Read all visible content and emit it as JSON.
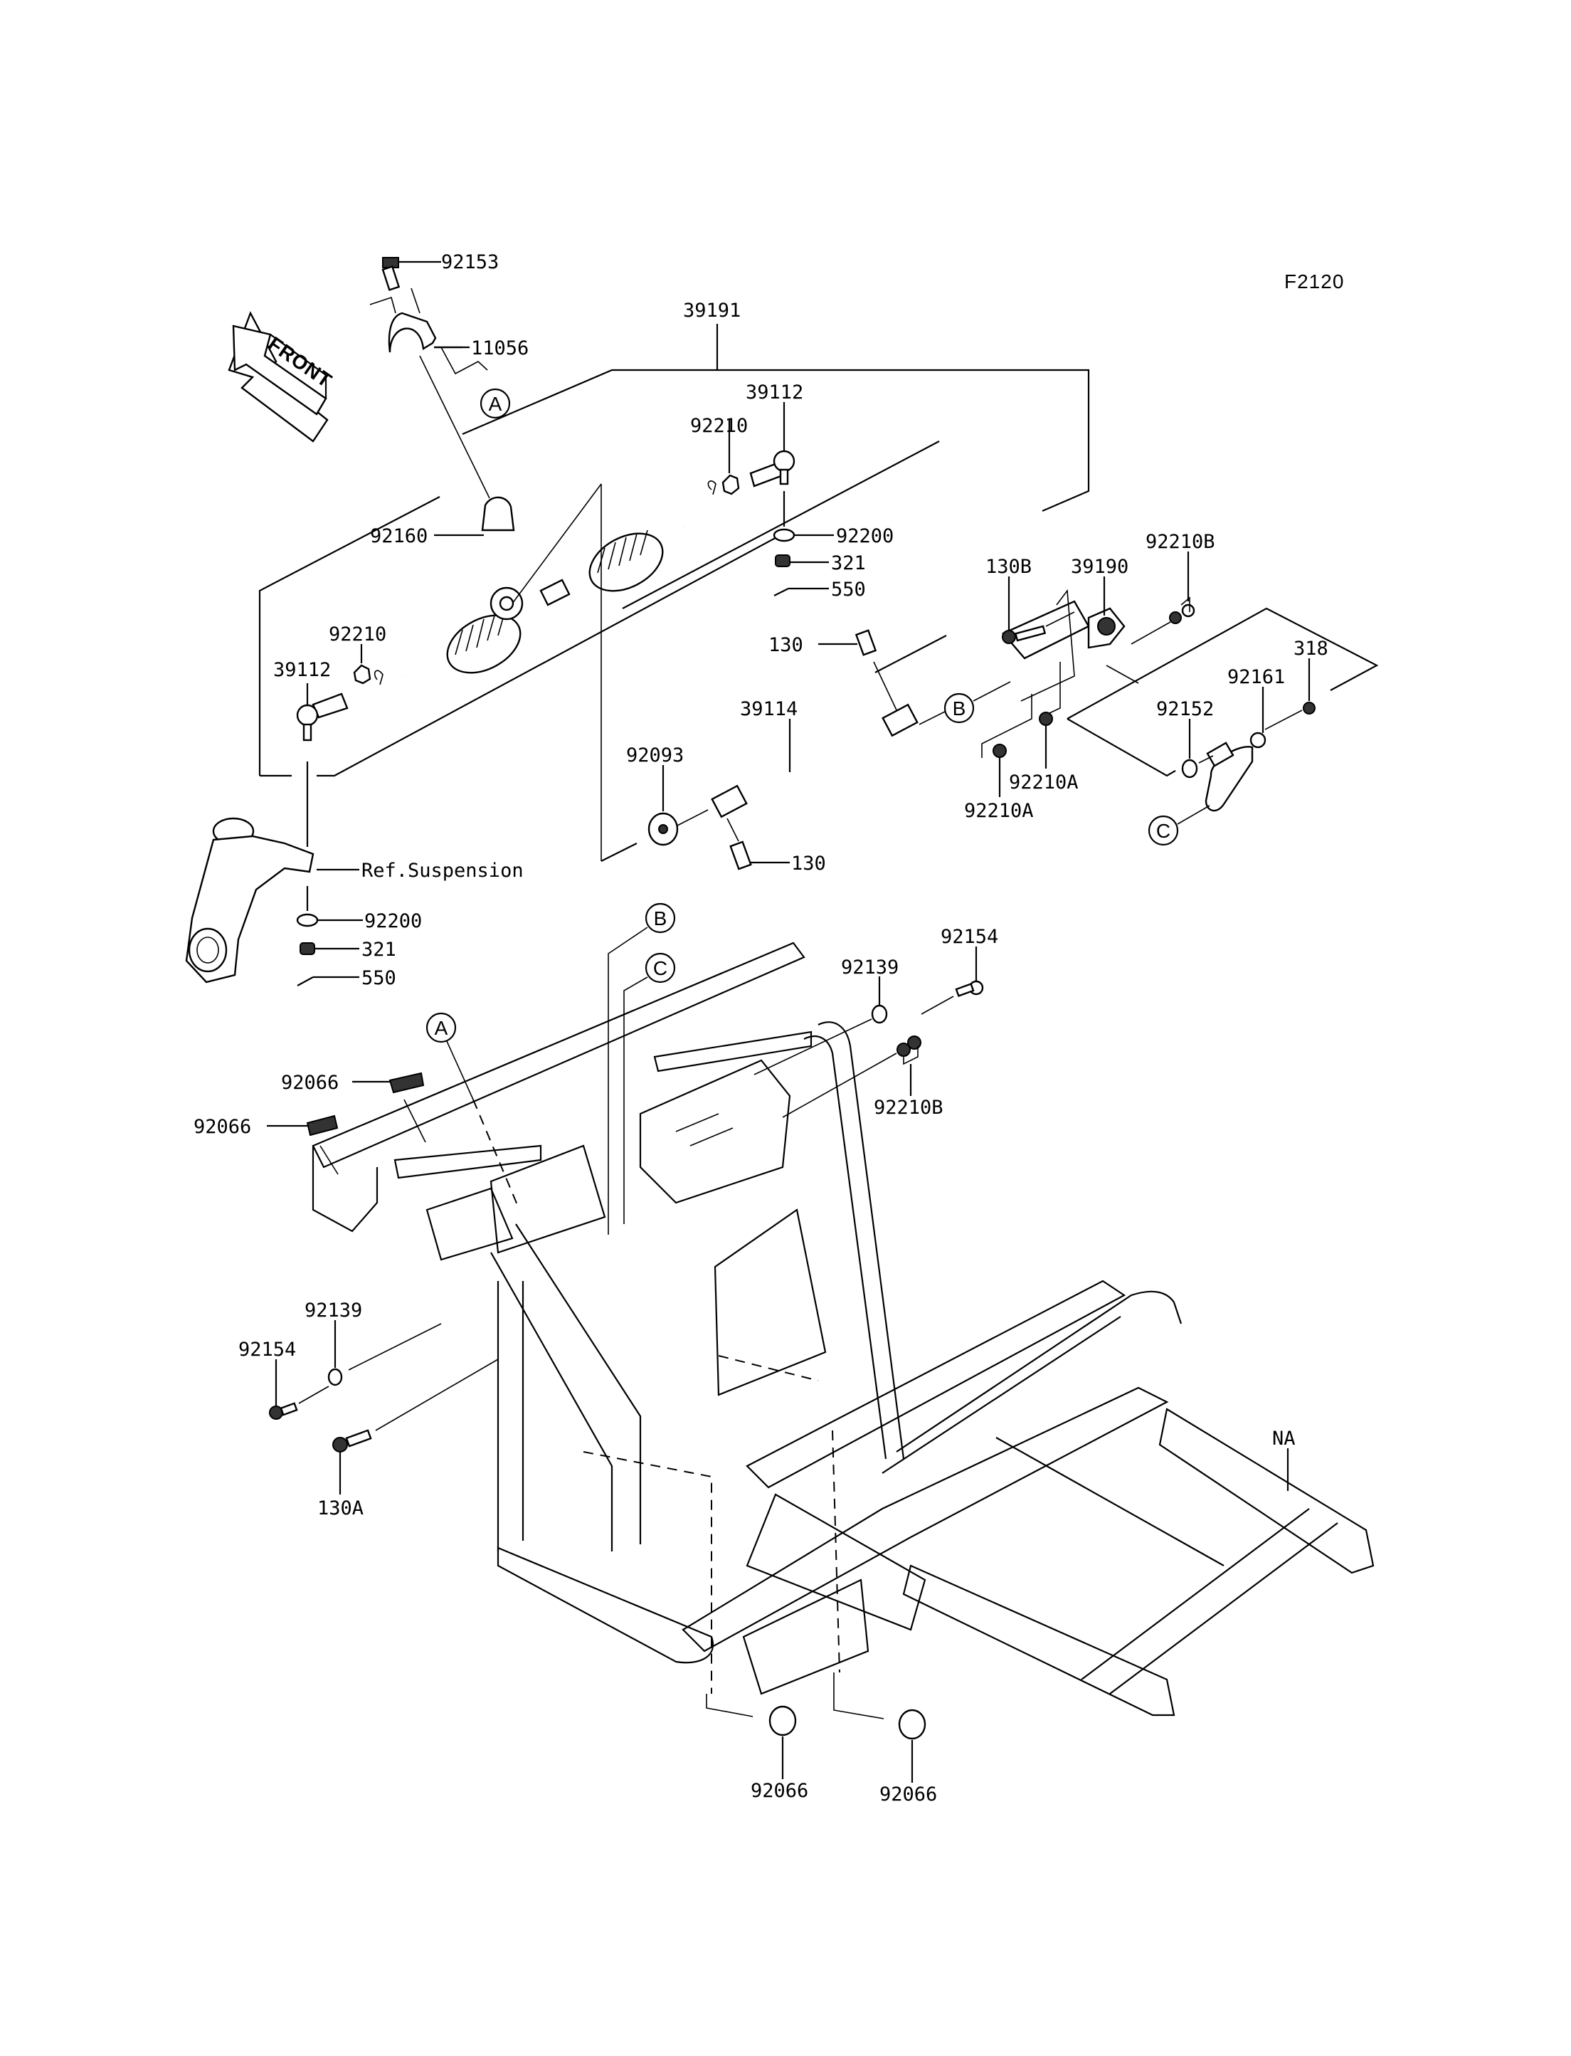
{
  "diagram": {
    "figure_code": "F2120",
    "front_arrow_label": "FRONT",
    "callouts": {
      "A": "A",
      "B": "B",
      "C": "C"
    },
    "reference_note": "Ref.Suspension",
    "parts": {
      "p92153": "92153",
      "p11056": "11056",
      "p39191": "39191",
      "p39112_right": "39112",
      "p92210_right": "92210",
      "p92160": "92160",
      "p92200_right": "92200",
      "p321_right": "321",
      "p550_right": "550",
      "p92210_left": "92210",
      "p39112_left": "39112",
      "p92200_left": "92200",
      "p321_left": "321",
      "p550_left": "550",
      "p130_top": "130",
      "p39114": "39114",
      "p92093": "92093",
      "p130_bottom": "130",
      "p130B": "130B",
      "p39190": "39190",
      "p92210B_top": "92210B",
      "p318": "318",
      "p92161": "92161",
      "p92152": "92152",
      "p92210A_right": "92210A",
      "p92210A_left": "92210A",
      "p92154_right": "92154",
      "p92139_right": "92139",
      "p92210B_frame": "92210B",
      "p92066_upper": "92066",
      "p92066_lower": "92066",
      "p92139_left": "92139",
      "p92154_left": "92154",
      "p130A": "130A",
      "pNA": "NA",
      "p92066_bottom_left": "92066",
      "p92066_bottom_right": "92066"
    }
  }
}
